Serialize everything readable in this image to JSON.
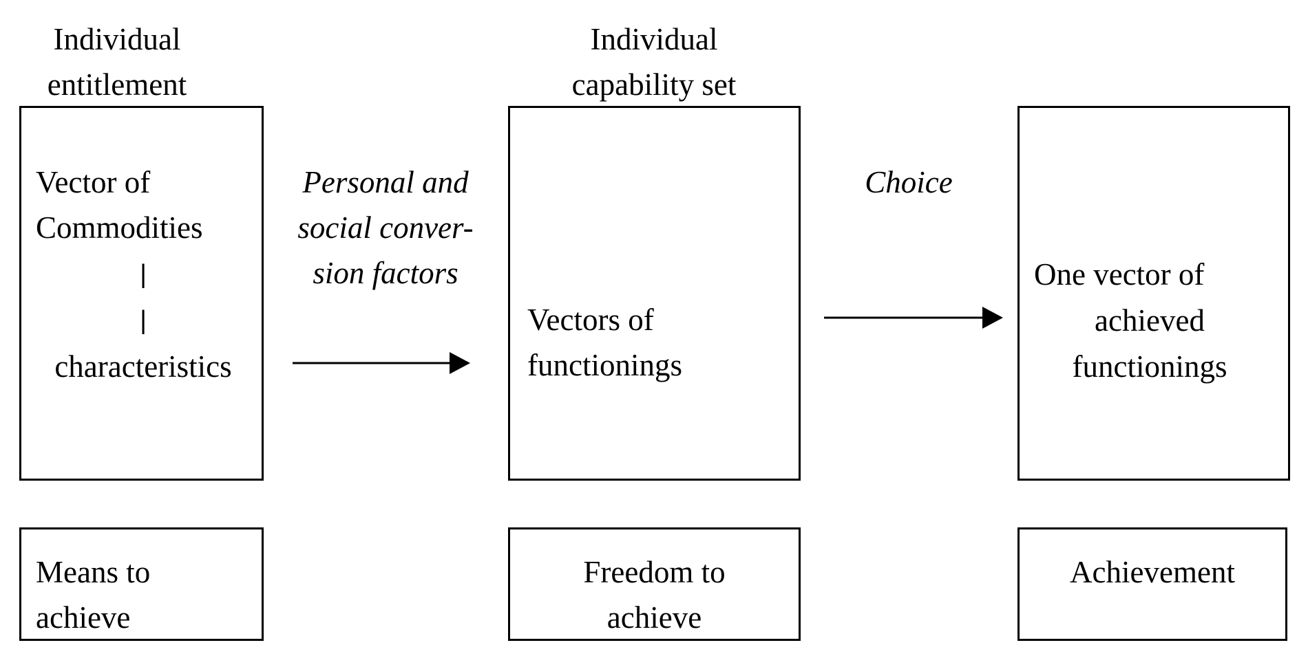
{
  "column_headers": {
    "col1": [
      "Individual",
      "entitlement"
    ],
    "col2": [
      "Individual",
      "capability set"
    ]
  },
  "boxes": {
    "entitlement": {
      "lines_top": [
        "Vector of",
        "Commodities"
      ],
      "separator_1": "|",
      "separator_2": "|",
      "lines_bottom": [
        "characteristics"
      ]
    },
    "capability": {
      "lines": [
        "Vectors of",
        "functionings"
      ]
    },
    "achieved": {
      "lines": [
        "One vector of",
        "achieved",
        "functionings"
      ]
    }
  },
  "arrows": {
    "conversion": {
      "label_lines": [
        "Personal and",
        "social conver-",
        "sion factors"
      ]
    },
    "choice": {
      "label_lines": [
        "Choice"
      ]
    }
  },
  "bottom_boxes": {
    "means": [
      "Means to",
      "achieve"
    ],
    "freedom": [
      "Freedom to",
      "achieve"
    ],
    "achievement": [
      "Achievement"
    ]
  },
  "colors": {
    "stroke": "#000000",
    "background": "#ffffff"
  }
}
